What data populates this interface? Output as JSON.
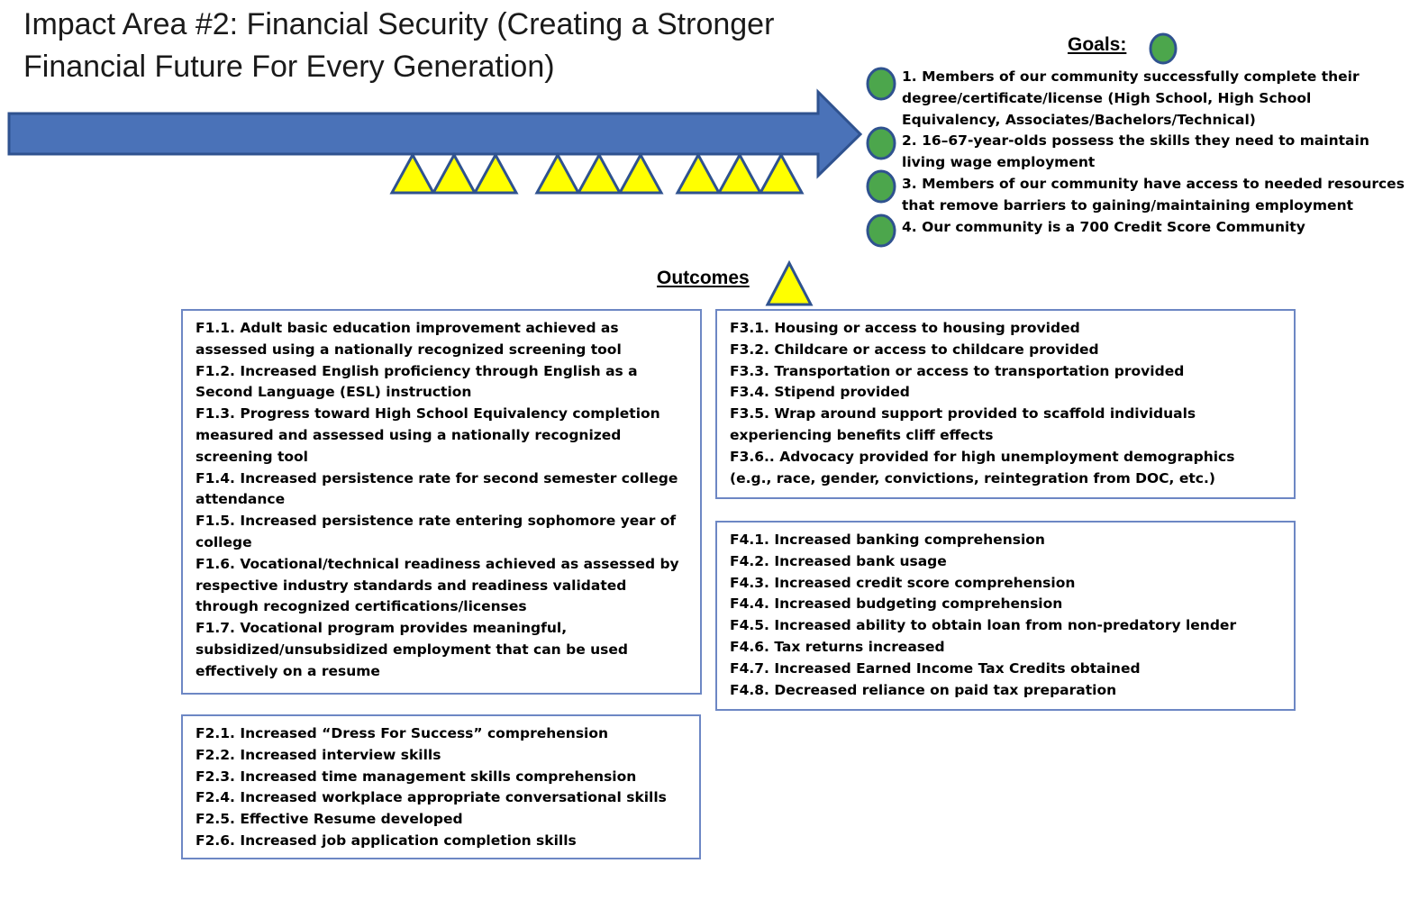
{
  "title": {
    "line1": "Impact Area #2:  Financial Security (Creating a Stronger",
    "line2": "Financial Future For Every Generation)"
  },
  "colors": {
    "arrow": "#4a72b8",
    "arrow_stroke": "#2f528f",
    "triangle_fill": "#ffff00",
    "triangle_stroke": "#2f528f",
    "circle_fill": "#4ca64c",
    "circle_stroke": "#2f528f",
    "box_border": "#6d87c4"
  },
  "goals": {
    "heading": "Goals:",
    "items": [
      "1.  Members of our community successfully  complete their degree/certificate/license (High School, High School Equivalency, Associates/Bachelors/Technical)",
      "2.  16–67-year-olds possess  the skills  they need to maintain living wage employment",
      "3.  Members of our community have access  to needed resources that remove barriers to gaining/maintaining  employment",
      "4.  Our community  is a 700 Credit Score Community"
    ]
  },
  "outcomes": {
    "heading": "Outcomes",
    "f1": [
      "F1.1. Adult basic education improvement achieved as assessed using a nationally  recognized  screening tool",
      "F1.2. Increased English  proficiency through English as a Second Language  (ESL) instruction",
      "F1.3. Progress toward High School  Equivalency  completion measured and assessed using a nationally  recognized screening tool",
      "F1.4. Increased persistence rate for second  semester college attendance",
      "F1.5. Increased persistence rate entering sophomore year of college",
      "F1.6. Vocational/technical  readiness achieved as assessed by respective industry standards and readiness validated through recognized  certifications/licenses",
      "F1.7.  Vocational program provides meaningful, subsidized/unsubsidized  employment that can be used effectively on a resume"
    ],
    "f2": [
      "F2.1.  Increased “Dress For Success” comprehension",
      "F2.2.  Increased interview skills",
      "F2.3.  Increased time management skills comprehension",
      "F2.4.  Increased workplace appropriate conversational  skills",
      "F2.5.  Effective Resume developed",
      "F2.6.  Increased job application  completion skills"
    ],
    "f3": [
      "F3.1.  Housing or access  to  housing provided",
      "F3.2.  Childcare  or access to childcare provided",
      "F3.3.  Transportation  or access to transportation provided",
      "F3.4.  Stipend provided",
      "F3.5.  Wrap around  support provided to scaffold  individuals  experiencing benefits cliff effects",
      "F3.6.. Advocacy  provided for high unemployment demographics (e.g., race, gender, convictions,  reintegration from DOC, etc.)"
    ],
    "f4": [
      "F4.1.  Increased banking  comprehension",
      "F4.2. Increased bank  usage",
      "F4.3.  Increased credit score comprehension",
      "F4.4.  Increased budgeting  comprehension",
      "F4.5.  Increased ability  to obtain loan from non-predatory lender",
      "F4.6.  Tax returns increased",
      "F4.7.  Increased Earned Income Tax Credits obtained",
      "F4.8.  Decreased reliance on paid  tax preparation"
    ]
  }
}
